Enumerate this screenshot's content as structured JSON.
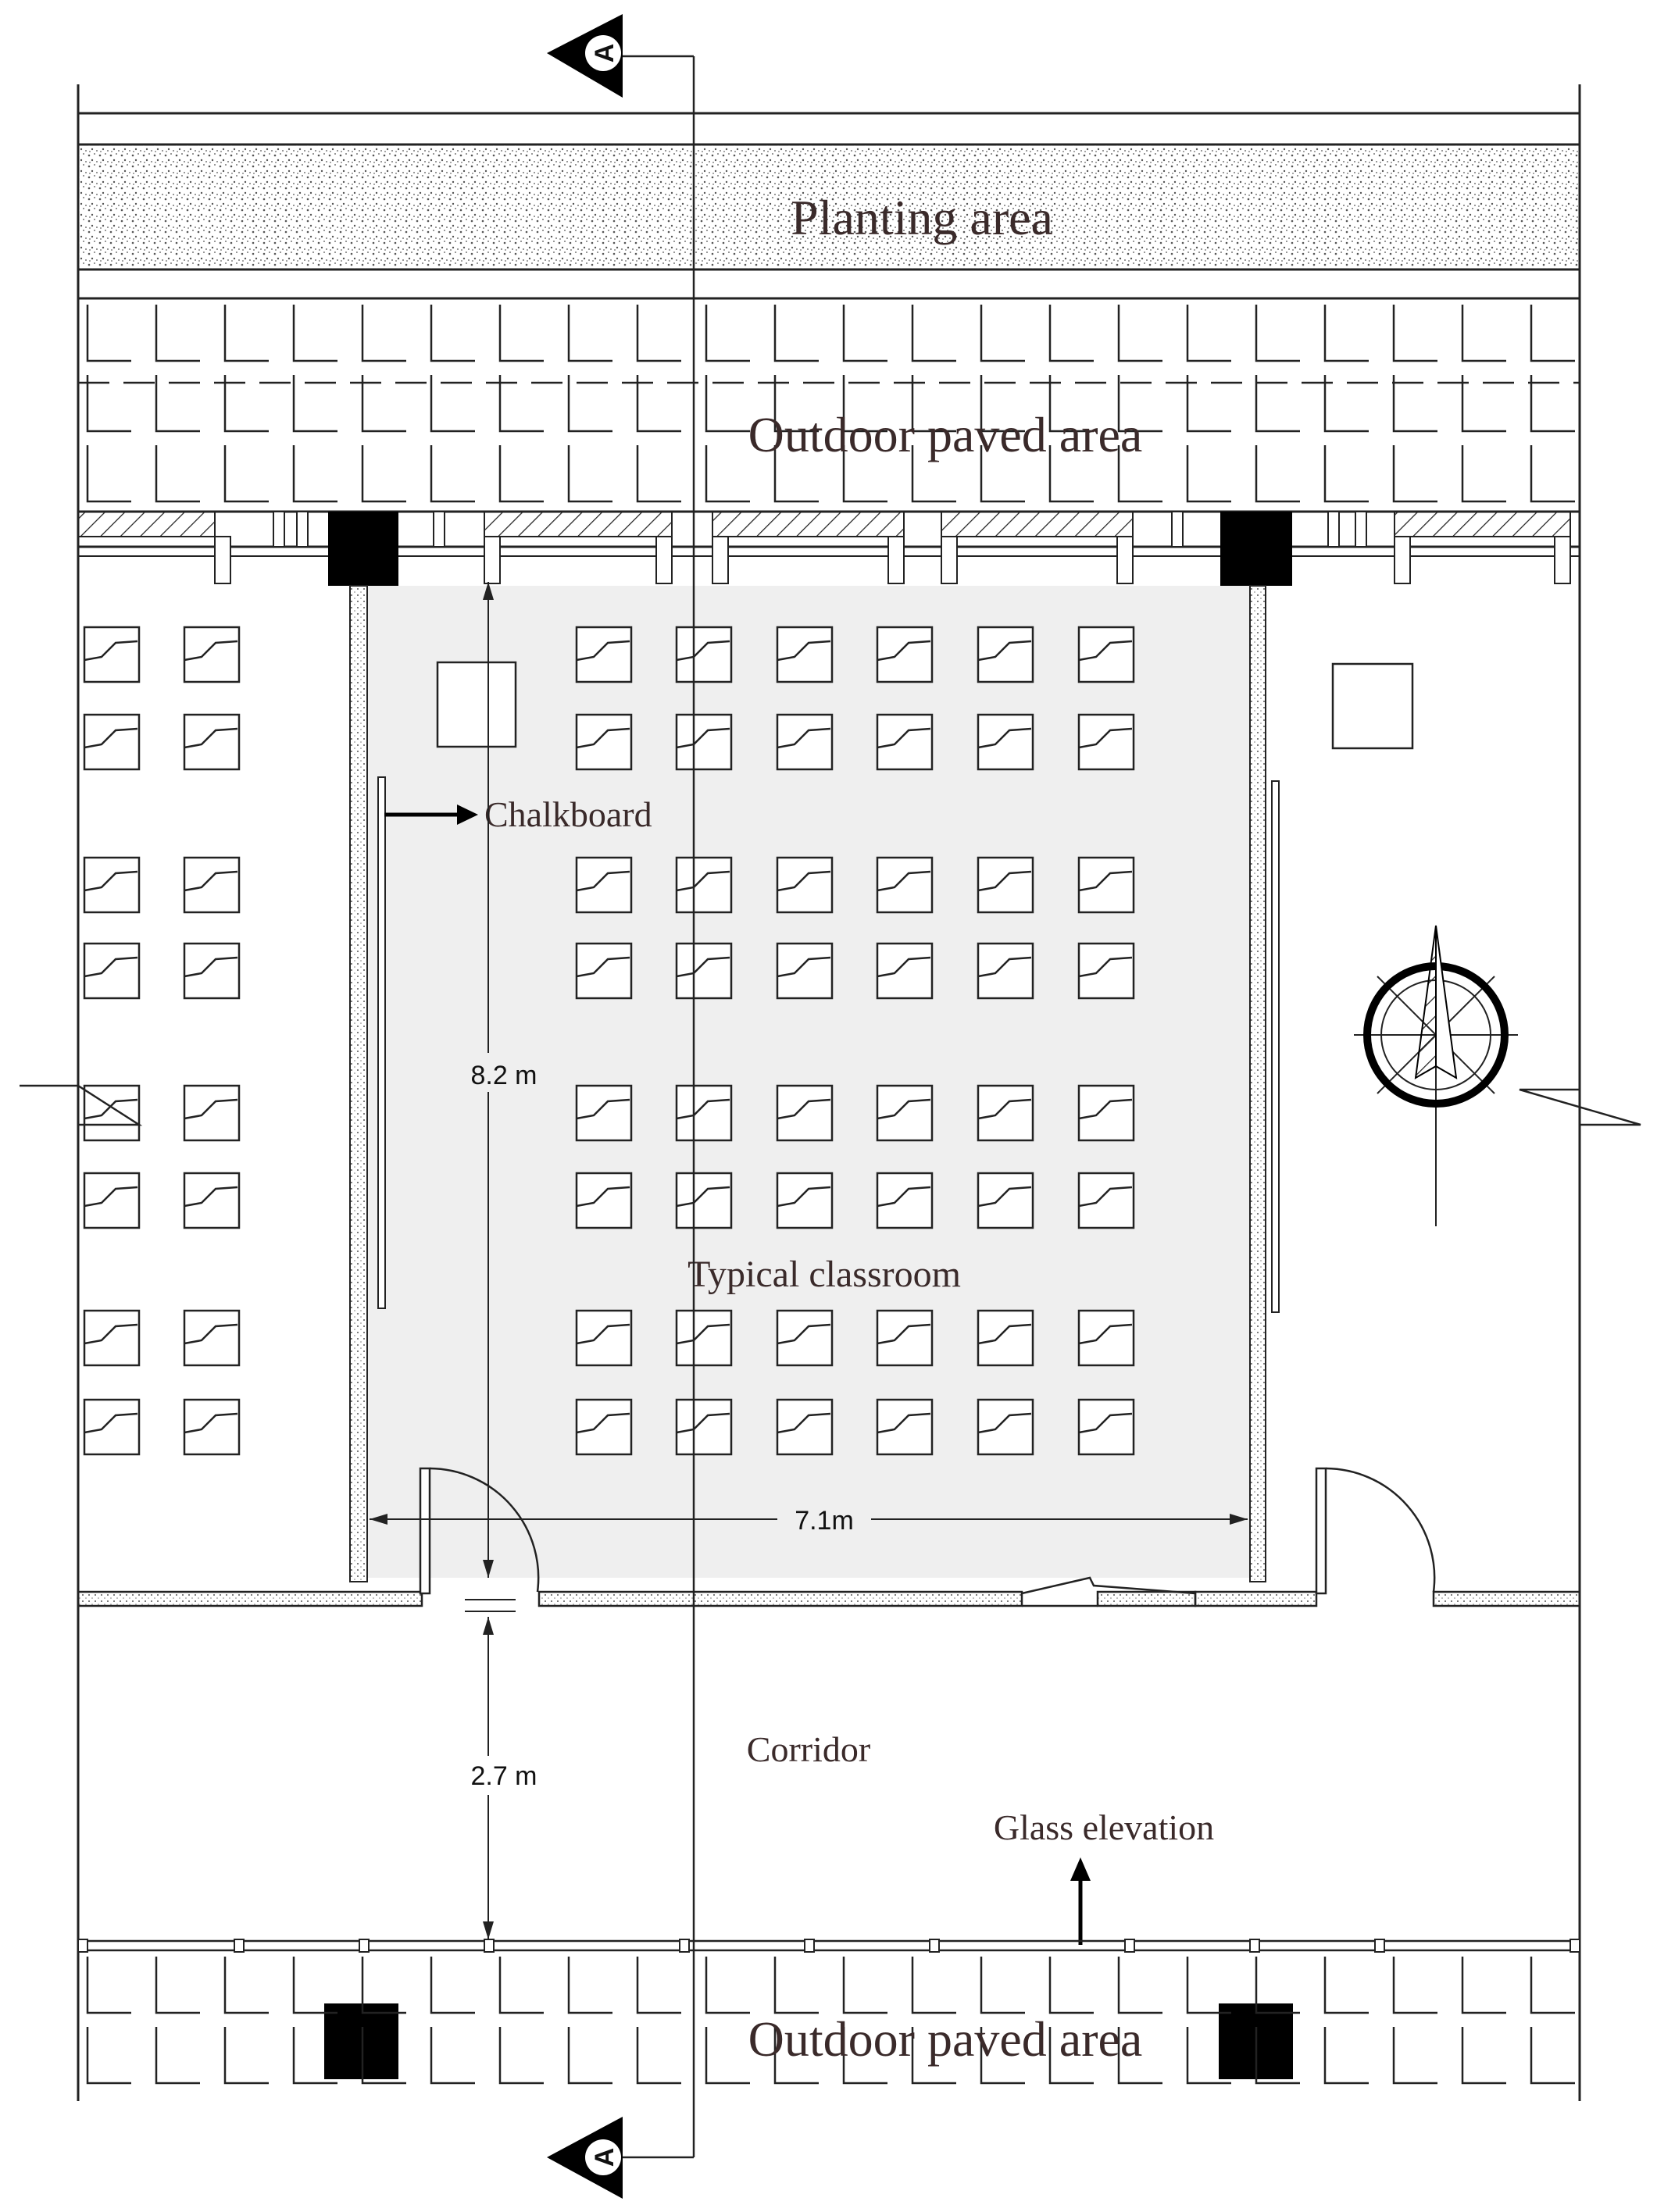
{
  "labels": {
    "planting_area": "Planting area",
    "outdoor_paved_top": "Outdoor paved area",
    "outdoor_paved_bottom": "Outdoor paved area",
    "chalkboard": "Chalkboard",
    "typical_classroom": "Typical classroom",
    "corridor": "Corridor",
    "glass_elevation": "Glass elevation"
  },
  "dimensions": {
    "depth": "8.2 m",
    "width": "7.1m",
    "corridor": "2.7 m"
  },
  "section_marker": {
    "top": "A",
    "bottom": "A"
  },
  "icons": [
    "north-arrow-icon",
    "section-marker-icon",
    "arrow-right-icon",
    "arrow-up-icon"
  ]
}
